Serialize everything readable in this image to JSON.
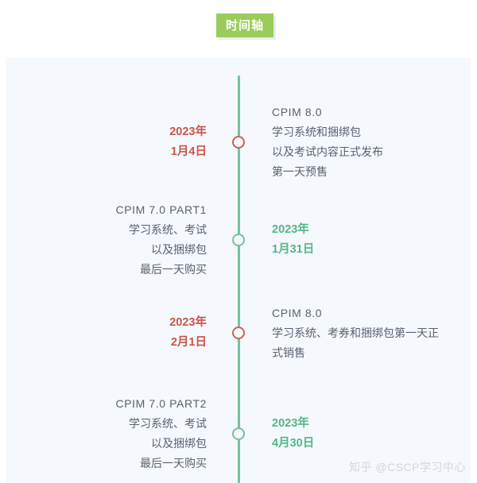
{
  "header": {
    "badge_label": "时间轴",
    "badge_color": "#9bcb5b"
  },
  "theme": {
    "panel_bg": "#f5f8fd",
    "axis_color": "#72c3a0",
    "date_red": "#c9554b",
    "date_green": "#52b788",
    "marker_red": "#cf6157",
    "marker_green": "#72c3a0",
    "body_text": "#5a6270",
    "watermark_color": "#d2d7de"
  },
  "timeline": {
    "entries": [
      {
        "date_side": "left",
        "marker_color": "red",
        "date_lines": [
          "2023年",
          "1月4日"
        ],
        "desc_lines": [
          "CPIM 8.0",
          "学习系统和捆绑包",
          "以及考试内容正式发布",
          "第一天预售"
        ]
      },
      {
        "date_side": "right",
        "marker_color": "green",
        "date_lines": [
          "2023年",
          "1月31日"
        ],
        "desc_lines": [
          "CPIM 7.0 PART1",
          "学习系统、考试",
          "以及捆绑包",
          "最后一天购买"
        ]
      },
      {
        "date_side": "left",
        "marker_color": "red",
        "date_lines": [
          "2023年",
          "2月1日"
        ],
        "desc_lines": [
          "CPIM 8.0",
          "学习系统、考券和捆绑包第一天正",
          "式销售"
        ]
      },
      {
        "date_side": "right",
        "marker_color": "green",
        "date_lines": [
          "2023年",
          "4月30日"
        ],
        "desc_lines": [
          "CPIM 7.0 PART2",
          "学习系统、考试",
          "以及捆绑包",
          "最后一天购买"
        ]
      }
    ]
  },
  "watermark": {
    "text": "知乎 @CSCP学习中心"
  }
}
